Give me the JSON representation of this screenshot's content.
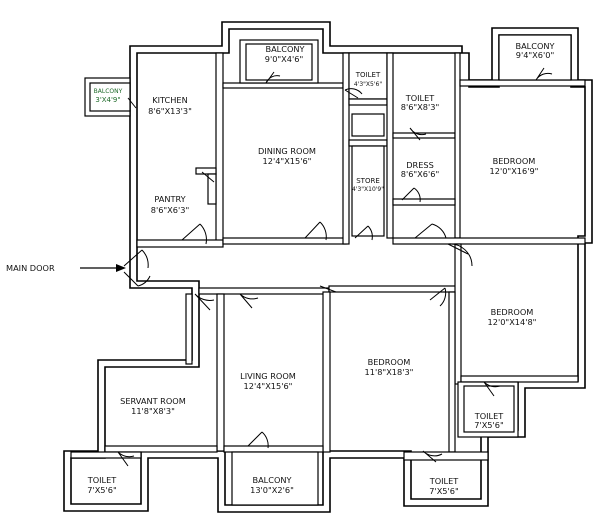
{
  "entrance": {
    "label": "MAIN DOOR"
  },
  "rooms": {
    "balcony_left": {
      "name": "BALCONY",
      "size": "3'X4'9\""
    },
    "kitchen": {
      "name": "KITCHEN",
      "size": "8'6\"X13'3\""
    },
    "pantry": {
      "name": "PANTRY",
      "size": "8'6\"X6'3\""
    },
    "balcony_top": {
      "name": "BALCONY",
      "size": "9'0\"X4'6\""
    },
    "dining": {
      "name": "DINING ROOM",
      "size": "12'4\"X15'6\""
    },
    "toilet_small": {
      "name": "TOILET",
      "size": "4'3\"X5'6\""
    },
    "store": {
      "name": "STORE",
      "size": "4'3\"X10'9\""
    },
    "toilet_top": {
      "name": "TOILET",
      "size": "8'6\"X8'3\""
    },
    "dress": {
      "name": "DRESS",
      "size": "8'6\"X6'6\""
    },
    "balcony_right": {
      "name": "BALCONY",
      "size": "9'4\"X6'0\""
    },
    "bedroom_top": {
      "name": "BEDROOM",
      "size": "12'0\"X16'9\""
    },
    "bedroom_right": {
      "name": "BEDROOM",
      "size": "12'0\"X14'8\""
    },
    "toilet_right": {
      "name": "TOILET",
      "size": "7'X5'6\""
    },
    "bedroom_center": {
      "name": "BEDROOM",
      "size": "11'8\"X18'3\""
    },
    "toilet_bottom": {
      "name": "TOILET",
      "size": "7'X5'6\""
    },
    "living": {
      "name": "LIVING ROOM",
      "size": "12'4\"X15'6\""
    },
    "balcony_bottom": {
      "name": "BALCONY",
      "size": "13'0\"X2'6\""
    },
    "servant": {
      "name": "SERVANT ROOM",
      "size": "11'8\"X8'3\""
    },
    "toilet_left": {
      "name": "TOILET",
      "size": "7'X5'6\""
    }
  }
}
